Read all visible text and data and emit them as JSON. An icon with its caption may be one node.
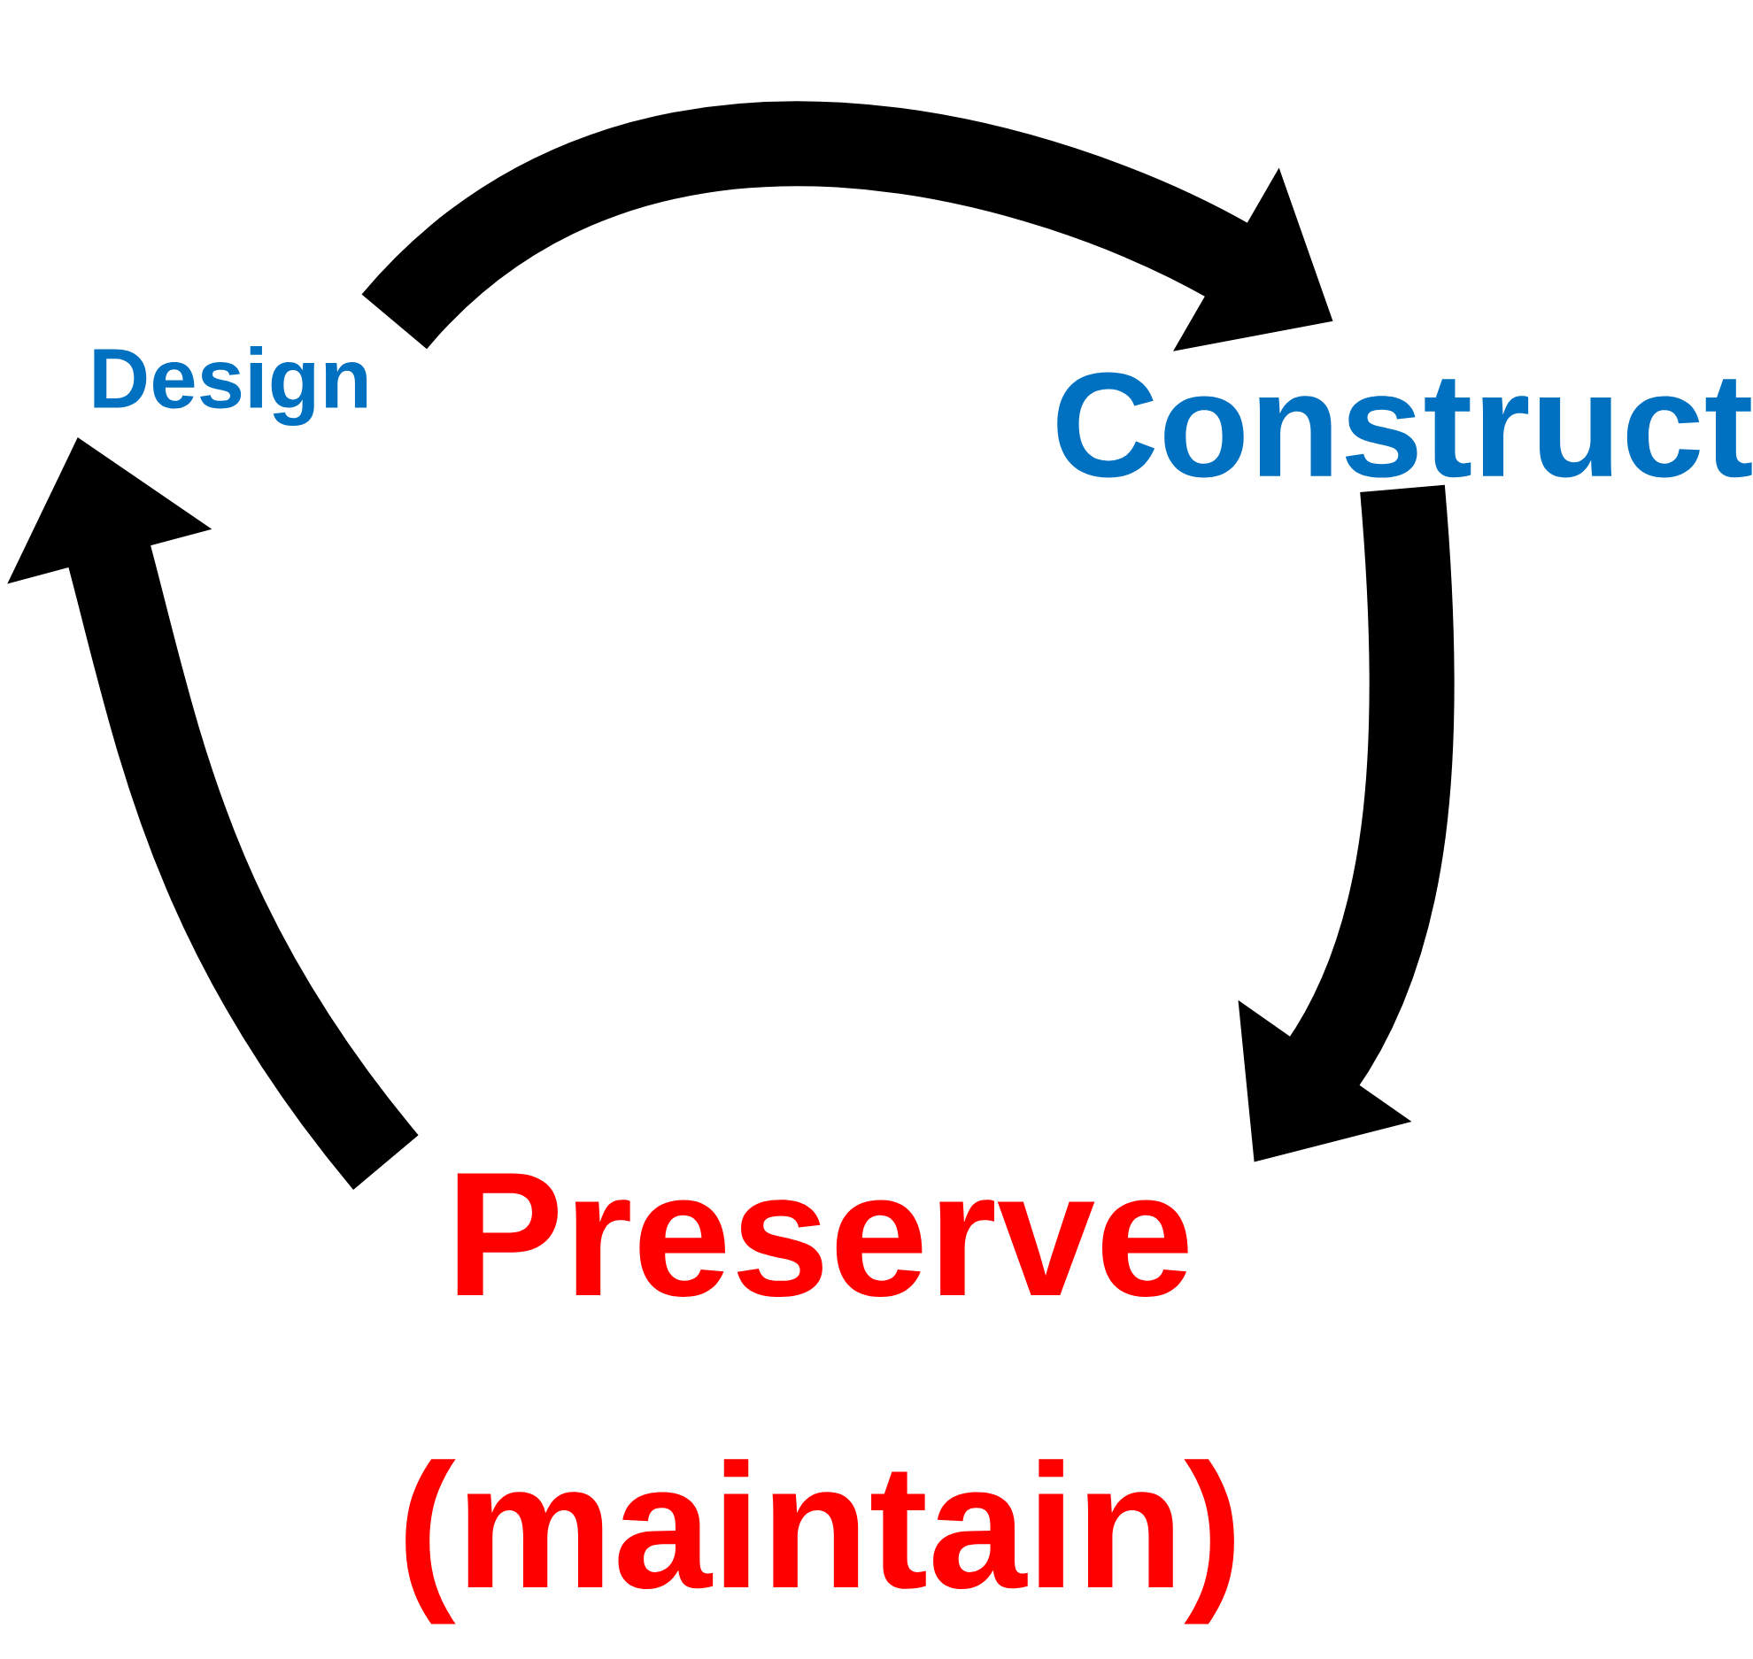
{
  "diagram": {
    "nodes": [
      {
        "text": [
          "Design"
        ]
      },
      {
        "text": [
          "Construct"
        ]
      },
      {
        "text": [
          "Preserve",
          "(maintain)"
        ]
      }
    ],
    "edges": [
      {
        "from": 0,
        "to": 1,
        "arrow": "to"
      },
      {
        "from": 1,
        "to": 2,
        "arrow": "to"
      },
      {
        "from": 2,
        "to": 0,
        "arrow": "to"
      }
    ]
  }
}
